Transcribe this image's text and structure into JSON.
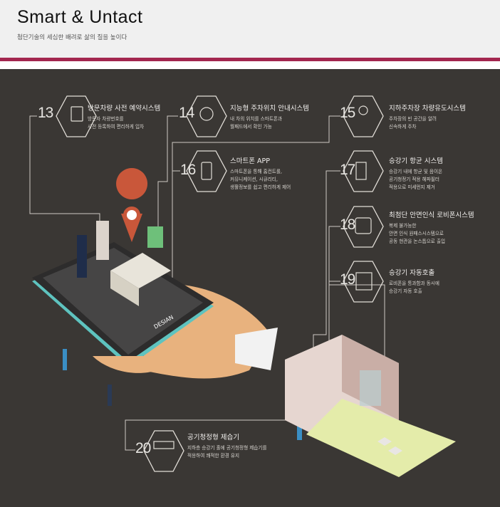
{
  "header": {
    "title": "Smart & Untact",
    "subtitle": "첨단기술의 세심한 배려로 삶의 질을 높이다",
    "accent_color": "#a3264f"
  },
  "phone_logo": "DESIAN",
  "items": [
    {
      "num": "13",
      "title": "방문차량 사전 예약시스템",
      "desc": [
        "방문자 차량번호를",
        "사전 등록하여 편리하게 입차"
      ],
      "icon": "parking-hand-icon"
    },
    {
      "num": "14",
      "title": "지능형 주차위치 안내시스템",
      "desc": [
        "내 차의 위치를 스마트폰과",
        "월패드에서 확인 가능"
      ],
      "icon": "location-star-icon"
    },
    {
      "num": "15",
      "title": "지하주차장 차량유도시스템",
      "desc": [
        "주차장의 빈 공간을 알려",
        "신속하게 주차"
      ],
      "icon": "parking-car-icon"
    },
    {
      "num": "16",
      "title": "스마트폰 APP",
      "desc": [
        "스마트폰을 통해 홈컨트롤,",
        "커뮤니케이션, 시큐리티,",
        "생활정보를 쉽고 편리하게 제어"
      ],
      "icon": "smartphone-home-icon"
    },
    {
      "num": "17",
      "title": "승강기 항균 시스템",
      "desc": [
        "승강기 내에 항균 및 음이온",
        "공기청정기 적용 헤파필터",
        "적용으로 미세먼지 제거"
      ],
      "icon": "air-purifier-icon"
    },
    {
      "num": "18",
      "title": "최첨단 안면인식 로비폰시스템",
      "desc": [
        "복제 불가능한",
        "안면 인식 원패스시스템으로",
        "공동 현관을 논스톱으로 출입"
      ],
      "icon": "face-recognition-icon"
    },
    {
      "num": "19",
      "title": "승강기 자동호출",
      "desc": [
        "로비폰을 통과함과 동시에",
        "승강기 자동 호출"
      ],
      "icon": "elevator-icon"
    },
    {
      "num": "20",
      "title": "공기청정형 제습기",
      "desc": [
        "지하층 승강기 홀에 공기청정형 제습기를",
        "적용하여 쾌적한 환경 유지"
      ],
      "icon": "dehumidifier-icon"
    }
  ]
}
